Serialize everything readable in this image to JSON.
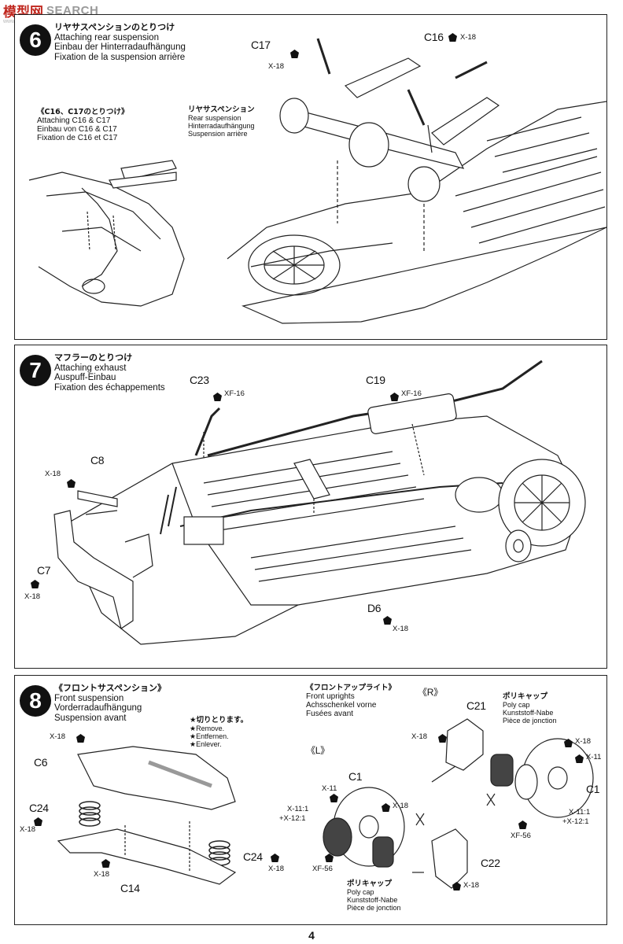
{
  "watermark": {
    "cn": "模型网",
    "en": "SEARCH",
    "url": "www.hobbysearch.com"
  },
  "page_number": "4",
  "step6": {
    "number": "6",
    "title_jp": "リヤサスペンションのとりつけ",
    "title_en": "Attaching rear suspension",
    "title_de": "Einbau der Hinterradaufhängung",
    "title_fr": "Fixation de la suspension arrière",
    "inset_jp": "《C16、C17のとりつけ》",
    "inset_en": "Attaching C16 & C17",
    "inset_de": "Einbau von C16 & C17",
    "inset_fr": "Fixation de C16 et C17",
    "rs_jp": "リヤサスペンション",
    "rs_en": "Rear suspension",
    "rs_de": "Hinterradaufhängung",
    "rs_fr": "Suspension arrière",
    "c17": "C17",
    "c17_code": "X-18",
    "c16": "C16",
    "c16_code": "X-18"
  },
  "step7": {
    "number": "7",
    "title_jp": "マフラーのとりつけ",
    "title_en": "Attaching exhaust",
    "title_de": "Auspuff-Einbau",
    "title_fr": "Fixation des échappements",
    "c23": "C23",
    "c23_code": "XF-16",
    "c19": "C19",
    "c19_code": "XF-16",
    "c8": "C8",
    "c8_code": "X-18",
    "c7": "C7",
    "c7_code": "X-18",
    "d6": "D6",
    "d6_code": "X-18"
  },
  "step8": {
    "number": "8",
    "title_jp": "《フロントサスペンション》",
    "title_en": "Front suspension",
    "title_de": "Vorderradaufhängung",
    "title_fr": "Suspension avant",
    "remove_jp": "★切りとります。",
    "remove_en": "★Remove.",
    "remove_de": "★Entfernen.",
    "remove_fr": "★Enlever.",
    "up_jp": "《フロントアップライト》",
    "up_en": "Front uprights",
    "up_de": "Achsschenkel vorne",
    "up_fr": "Fusées avant",
    "l_mark": "《L》",
    "r_mark": "《R》",
    "pc_jp": "ポリキャップ",
    "pc_en": "Poly cap",
    "pc_de": "Kunststoff-Nabe",
    "pc_fr": "Pièce de jonction",
    "c6": "C6",
    "c6_code": "X-18",
    "c24a": "C24",
    "c24a_code": "X-18",
    "c24b": "C24",
    "c24b_code": "X-18",
    "c14": "C14",
    "c14_code": "X-18",
    "c1l": "C1",
    "c1l_code": "X-11",
    "c1l_mix1": "X-11:1",
    "c1l_mix2": "+X-12:1",
    "c1l_code2": "X-18",
    "c1l_code3": "XF-56",
    "c22": "C22",
    "c22_code": "X-18",
    "c21": "C21",
    "c21_code": "X-18",
    "c1r": "C1",
    "c1r_code1": "X-18",
    "c1r_code2": "X-11",
    "c1r_mix1": "X-11:1",
    "c1r_mix2": "+X-12:1",
    "c1r_code3": "XF-56"
  }
}
